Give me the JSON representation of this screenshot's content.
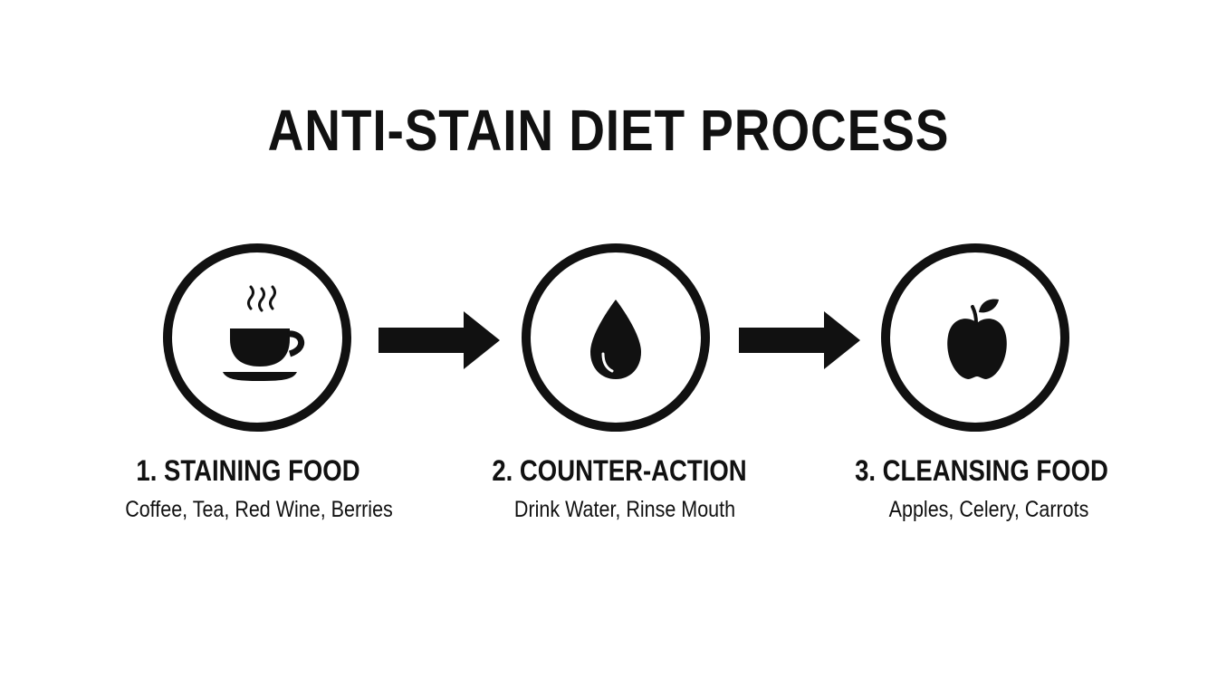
{
  "title": "ANTI-STAIN DIET PROCESS",
  "steps": [
    {
      "icon": "coffee-cup-icon",
      "title": "1. STAINING FOOD",
      "items": "Coffee, Tea, Red Wine, Berries"
    },
    {
      "icon": "water-drop-icon",
      "title": "2. COUNTER-ACTION",
      "items": "Drink Water, Rinse Mouth"
    },
    {
      "icon": "apple-icon",
      "title": "3. CLEANSING FOOD",
      "items": "Apples, Celery, Carrots"
    }
  ],
  "colors": {
    "ink": "#111111",
    "background": "#ffffff"
  }
}
